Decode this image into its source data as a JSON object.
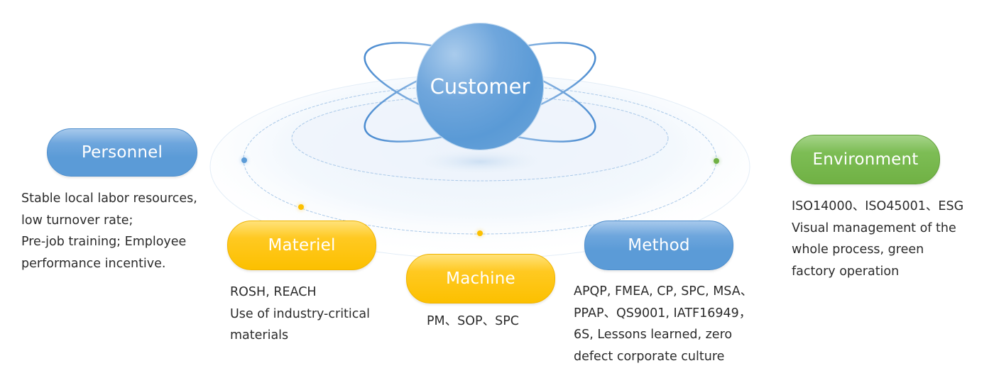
{
  "center": {
    "label": "Customer"
  },
  "colors": {
    "blue": "#5b9bd7",
    "yellow": "#fcc000",
    "green": "#70b144",
    "text": "#2b2b2b",
    "ring": "#a9c8e8"
  },
  "nodes": [
    {
      "id": "personnel",
      "label": "Personnel",
      "color": "blue",
      "lines": [
        "Stable local labor resources,",
        "low turnover rate;",
        "Pre-job training; Employee",
        "performance incentive."
      ]
    },
    {
      "id": "materiel",
      "label": "Materiel",
      "color": "yellow",
      "lines": [
        "ROSH, REACH",
        "Use of industry-critical",
        "materials"
      ]
    },
    {
      "id": "machine",
      "label": "Machine",
      "color": "yellow",
      "lines": [
        "PM、SOP、SPC"
      ]
    },
    {
      "id": "method",
      "label": "Method",
      "color": "blue",
      "lines": [
        "APQP, FMEA, CP, SPC, MSA、",
        "PPAP、QS9001, IATF16949，",
        "6S, Lessons learned, zero",
        "defect corporate culture"
      ]
    },
    {
      "id": "environment",
      "label": "Environment",
      "color": "green",
      "lines": [
        "ISO14000、ISO45001、ESG",
        "Visual management of the",
        "whole process, green",
        "factory operation"
      ]
    }
  ],
  "orbit_dots": [
    {
      "color": "blue"
    },
    {
      "color": "yellow"
    },
    {
      "color": "yellow"
    },
    {
      "color": "green"
    }
  ]
}
